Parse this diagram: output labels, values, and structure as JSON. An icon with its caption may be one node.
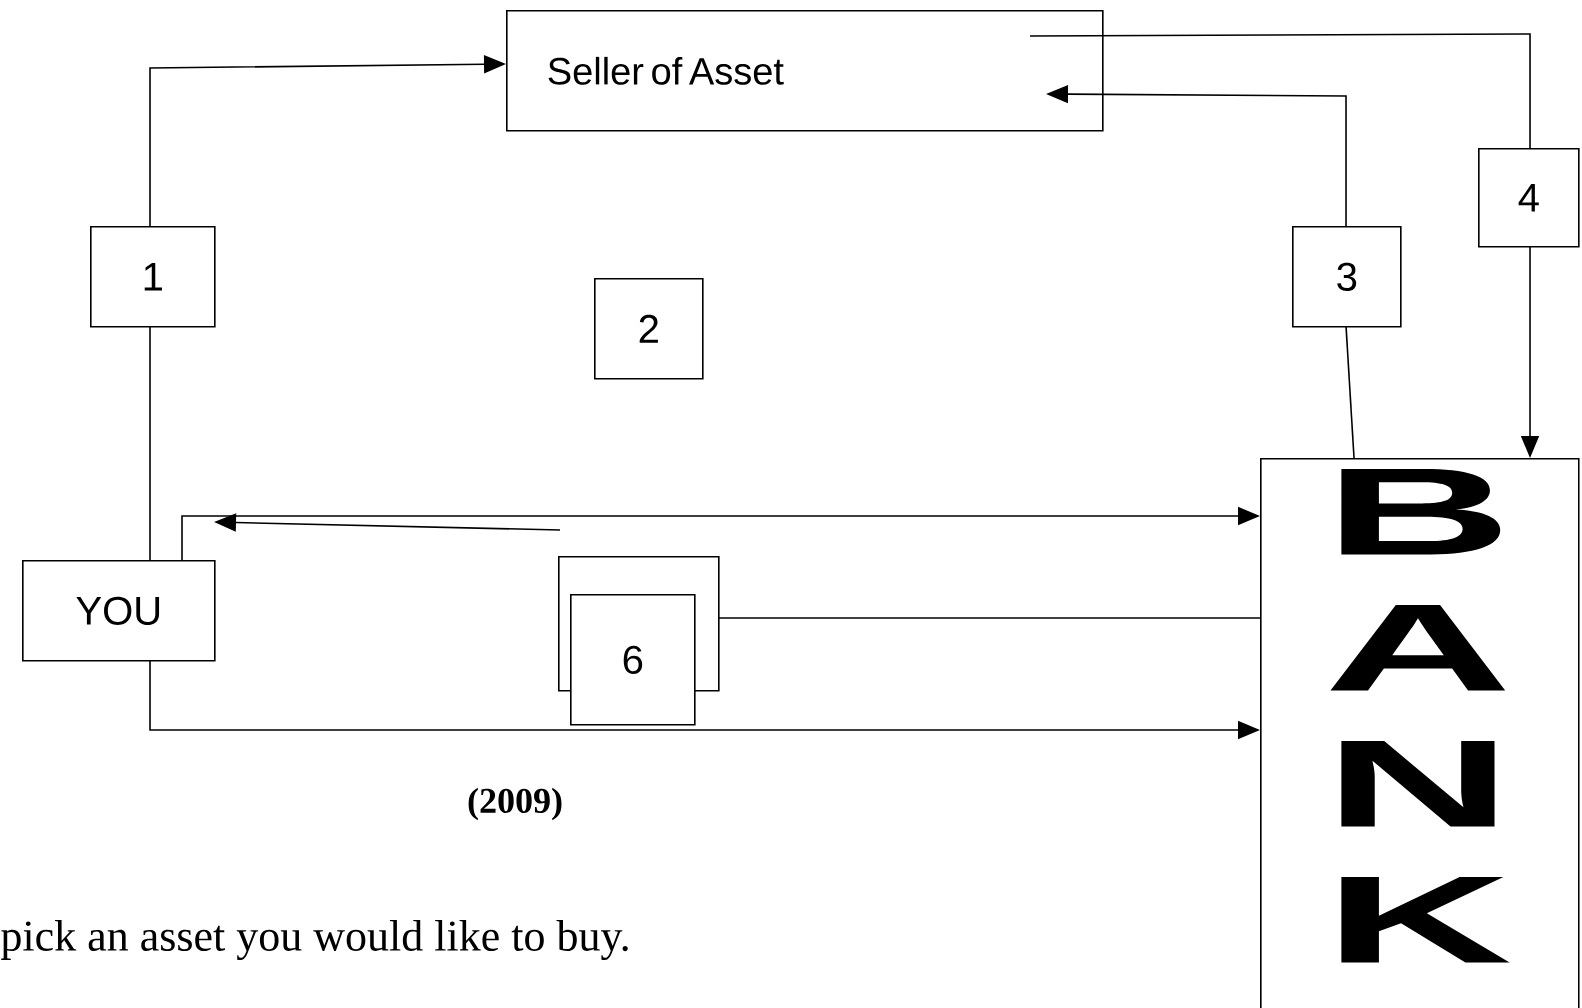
{
  "diagram": {
    "nodes": [
      {
        "text": [
          "Seller of Asset"
        ]
      },
      {
        "text": [
          "1"
        ]
      },
      {
        "text": [
          "2"
        ]
      },
      {
        "text": [
          "3"
        ]
      },
      {
        "text": [
          "4"
        ]
      },
      {
        "text": [
          "YOU"
        ]
      },
      {
        "text": [],
        "shape": "box"
      },
      {
        "text": [
          "6"
        ]
      },
      {
        "text": [
          "B A N K"
        ]
      }
    ],
    "edges": [
      {
        "from": 5,
        "to": 1,
        "arrow": "none"
      },
      {
        "from": 1,
        "to": 0,
        "arrow": "to"
      },
      {
        "from": 8,
        "to": 3,
        "arrow": "none"
      },
      {
        "from": 3,
        "to": 0,
        "arrow": "to"
      },
      {
        "from": 0,
        "to": 4,
        "arrow": "none"
      },
      {
        "from": 4,
        "to": 8,
        "arrow": "to"
      },
      {
        "from": 5,
        "to": 8,
        "arrow": "to"
      },
      {
        "from": null,
        "to": 5,
        "arrow": "to"
      },
      {
        "from": 6,
        "to": 8,
        "arrow": "none"
      },
      {
        "from": 5,
        "to": 8,
        "arrow": "to"
      }
    ],
    "labels": [
      "(2009)",
      "pick an asset you would like to buy."
    ]
  }
}
